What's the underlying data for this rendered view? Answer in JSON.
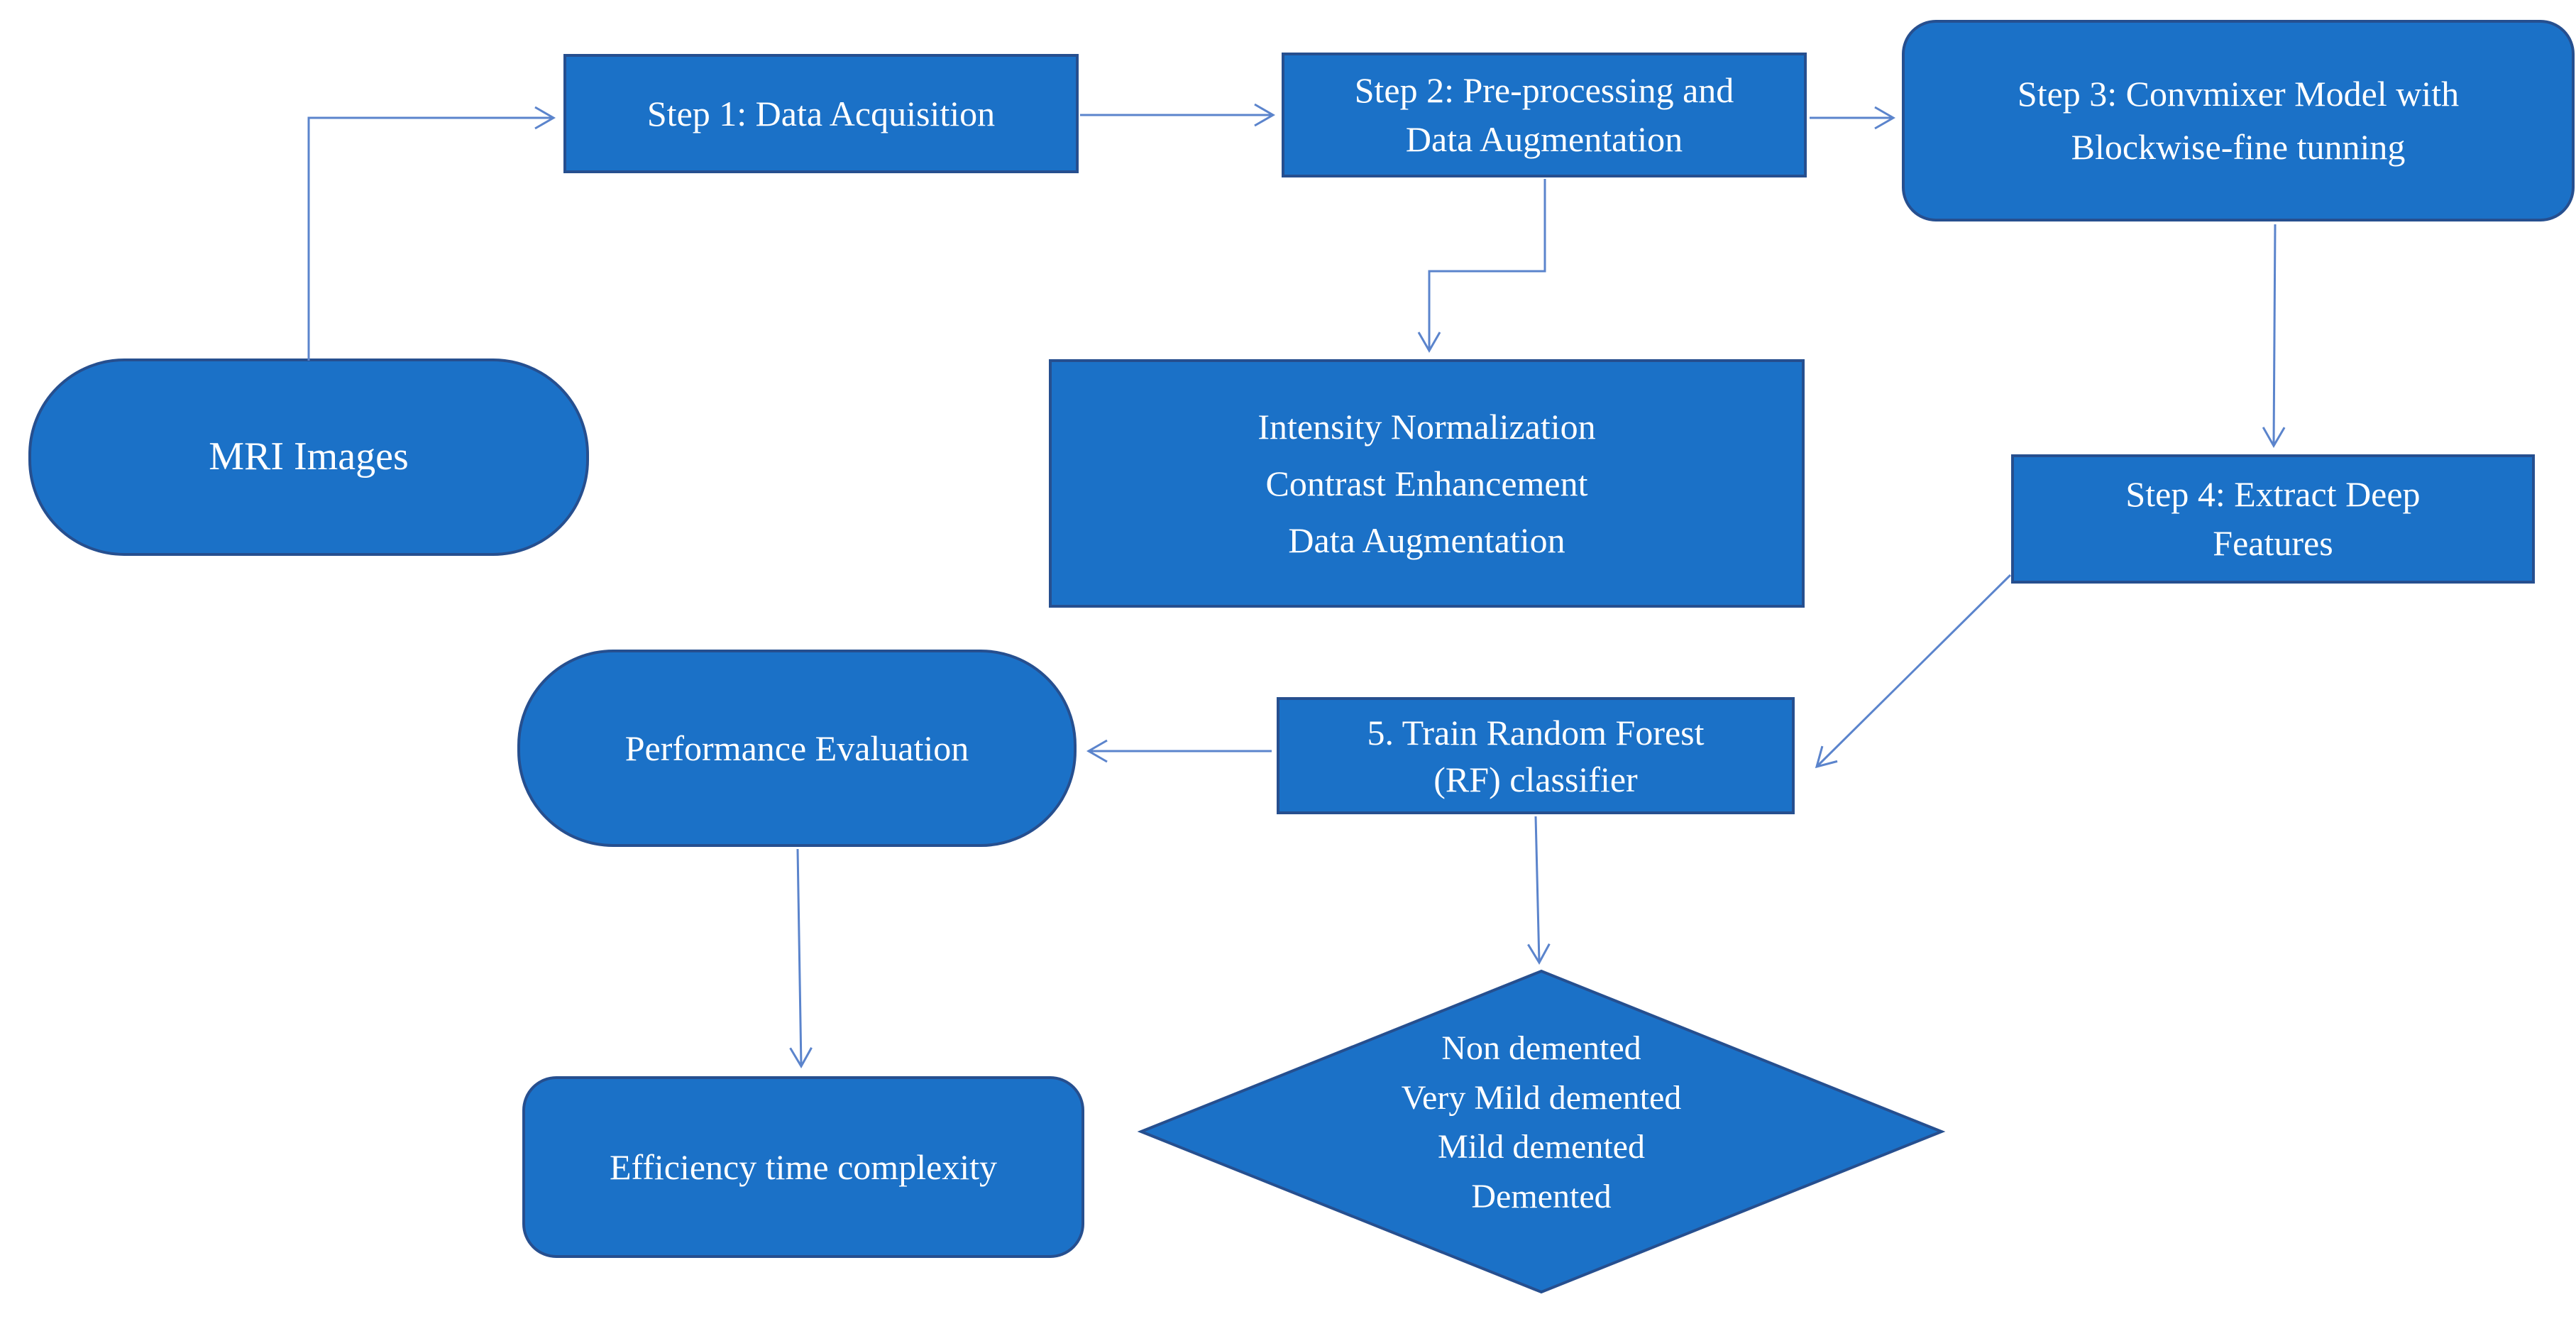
{
  "title": "MRI dementia classification pipeline flowchart",
  "colors": {
    "background": "#ffffff",
    "node_fill": "#1b71c7",
    "node_border": "#264f8f",
    "connector": "#5b84cc",
    "text": "#ffffff"
  },
  "nodes": {
    "mri": {
      "label": "MRI Images"
    },
    "step1": {
      "label": "Step 1: Data Acquisition"
    },
    "step2": {
      "lines": [
        "Step 2: Pre-processing and",
        "Data Augmentation"
      ]
    },
    "step3": {
      "lines": [
        "Step 3: Convmixer Model with",
        "Blockwise-fine tunning"
      ]
    },
    "preprocess": {
      "lines": [
        "Intensity Normalization",
        "Contrast Enhancement",
        "Data Augmentation"
      ]
    },
    "step4": {
      "lines": [
        "Step 4: Extract Deep",
        "Features"
      ]
    },
    "step5": {
      "lines": [
        "5. Train Random Forest",
        "(RF) classifier"
      ]
    },
    "performance": {
      "label": "Performance Evaluation"
    },
    "efficiency": {
      "label": "Efficiency time complexity"
    },
    "decision": {
      "lines": [
        "Non demented",
        "Very Mild demented",
        "Mild demented",
        "Demented"
      ]
    }
  }
}
